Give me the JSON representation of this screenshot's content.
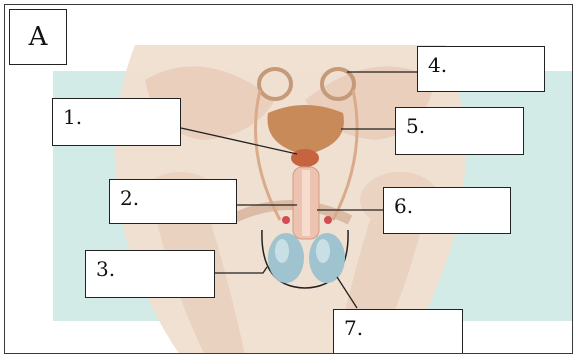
{
  "panel_letter": "A",
  "labels": [
    {
      "number": "1.",
      "answer": ""
    },
    {
      "number": "2.",
      "answer": ""
    },
    {
      "number": "3.",
      "answer": ""
    },
    {
      "number": "4.",
      "answer": ""
    },
    {
      "number": "5.",
      "answer": ""
    },
    {
      "number": "6.",
      "answer": ""
    },
    {
      "number": "7.",
      "answer": ""
    }
  ],
  "colors": {
    "background_band": "#d2ebe7",
    "pelvis_skin": "#f0dfd0",
    "bladder": "#c98a5a",
    "prostate": "#c5643f",
    "duct": "#d99a80",
    "testis": "#9fc3cf",
    "leader_line": "#222222"
  }
}
